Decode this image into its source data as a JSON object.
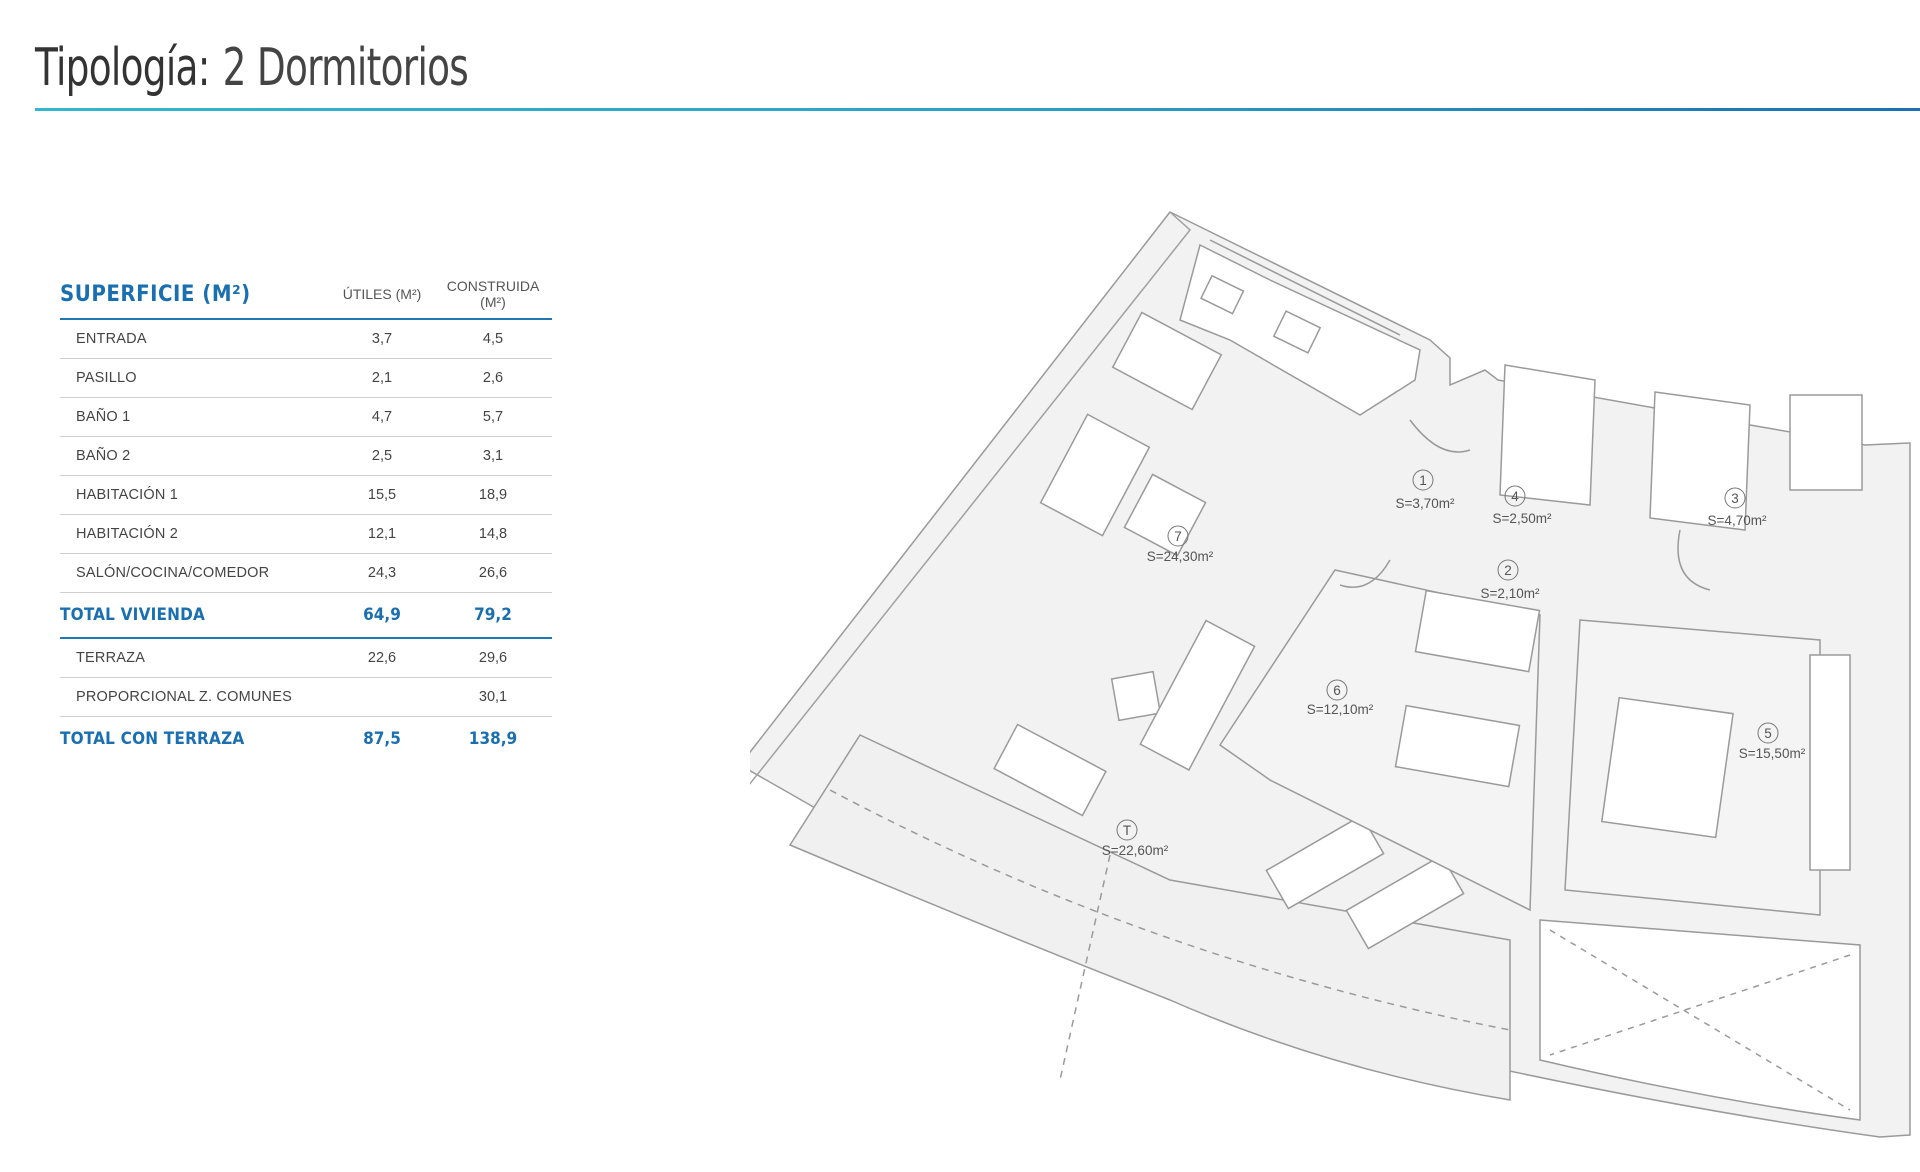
{
  "header": {
    "label": "Tipología:",
    "value": "2 Dormitorios"
  },
  "colors": {
    "accent": "#1f78b4",
    "rule_start": "#35b6cc",
    "rule_end": "#1f6fb0"
  },
  "table": {
    "headers": [
      "SUPERFICIE (M²)",
      "ÚTILES (M²)",
      "CONSTRUIDA (M²)"
    ],
    "rows": [
      {
        "name": "ENTRADA",
        "utiles": "3,7",
        "construida": "4,5"
      },
      {
        "name": "PASILLO",
        "utiles": "2,1",
        "construida": "2,6"
      },
      {
        "name": "BAÑO 1",
        "utiles": "4,7",
        "construida": "5,7"
      },
      {
        "name": "BAÑO 2",
        "utiles": "2,5",
        "construida": "3,1"
      },
      {
        "name": "HABITACIÓN 1",
        "utiles": "15,5",
        "construida": "18,9"
      },
      {
        "name": "HABITACIÓN 2",
        "utiles": "12,1",
        "construida": "14,8"
      },
      {
        "name": "SALÓN/COCINA/COMEDOR",
        "utiles": "24,3",
        "construida": "26,6"
      }
    ],
    "total_vivienda": {
      "name": "TOTAL VIVIENDA",
      "utiles": "64,9",
      "construida": "79,2"
    },
    "extra_rows": [
      {
        "name": "TERRAZA",
        "utiles": "22,6",
        "construida": "29,6"
      },
      {
        "name": "PROPORCIONAL Z. COMUNES",
        "utiles": "",
        "construida": "30,1"
      }
    ],
    "total_terraza": {
      "name": "TOTAL CON TERRAZA",
      "utiles": "87,5",
      "construida": "138,9"
    }
  },
  "floorplan": {
    "rooms": [
      {
        "num": "1",
        "area": "S=3,70m²"
      },
      {
        "num": "2",
        "area": "S=2,10m²"
      },
      {
        "num": "3",
        "area": "S=4,70m²"
      },
      {
        "num": "4",
        "area": "S=2,50m²"
      },
      {
        "num": "5",
        "area": "S=15,50m²"
      },
      {
        "num": "6",
        "area": "S=12,10m²"
      },
      {
        "num": "7",
        "area": "S=24,30m²"
      },
      {
        "num": "T",
        "area": "S=22,60m²"
      }
    ]
  }
}
